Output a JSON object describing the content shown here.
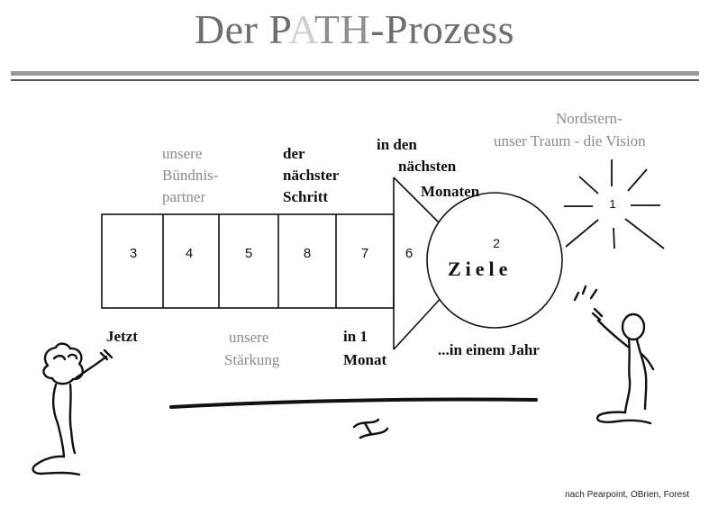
{
  "title": {
    "part1": "Der P",
    "part2": "A",
    "part3": "TH",
    "part4": "-Prozess"
  },
  "arrow": {
    "segments": [
      "3",
      "4",
      "5",
      "8",
      "7",
      "6"
    ],
    "circle_number": "2",
    "circle_label": "Ziele",
    "star_number": "1"
  },
  "labels": {
    "nordstern_1": "Nordstern-",
    "nordstern_2": "unser Traum - die Vision",
    "buendnis_1": "unsere",
    "buendnis_2": "Bündnis-",
    "buendnis_3": "partner",
    "schritt_1": "der",
    "schritt_2": "nächster",
    "schritt_3": "Schritt",
    "monate_1": "in den",
    "monate_2": "nächsten",
    "monate_3": "Monaten",
    "jetzt": "Jetzt",
    "staerkung_1": "unsere",
    "staerkung_2": "Stärkung",
    "monat_1": "in 1",
    "monat_2": "Monat",
    "jahr": "...in einem Jahr"
  },
  "credit": "nach Pearpoint, OBrien, Forest"
}
